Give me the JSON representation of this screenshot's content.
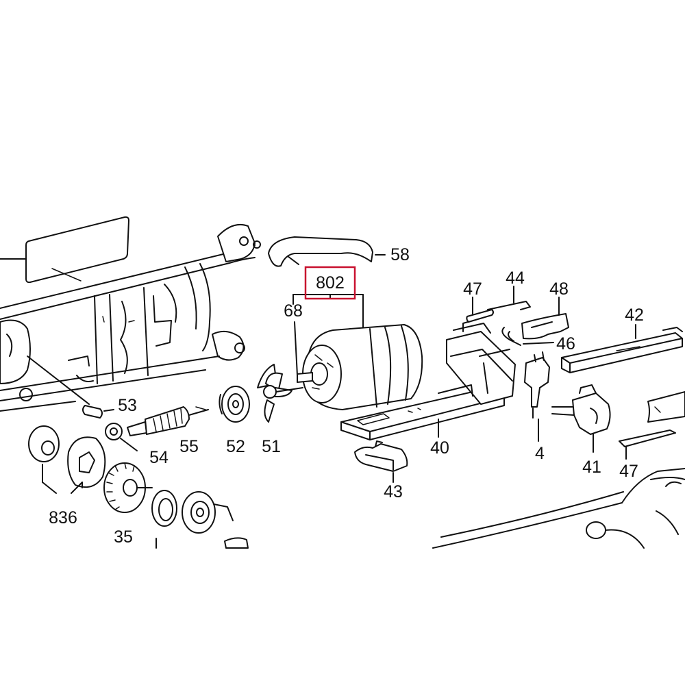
{
  "callouts": {
    "p802": "802",
    "p58": "58",
    "p68": "68",
    "p47a": "47",
    "p44": "44",
    "p48": "48",
    "p42": "42",
    "p46": "46",
    "p53": "53",
    "p55": "55",
    "p52": "52",
    "p51": "51",
    "p54": "54",
    "p40": "40",
    "p4": "4",
    "p41": "41",
    "p47b": "47",
    "p43": "43",
    "p836": "836",
    "p35": "35"
  },
  "colors": {
    "highlight": "#c8102e",
    "linework": "#111111"
  }
}
